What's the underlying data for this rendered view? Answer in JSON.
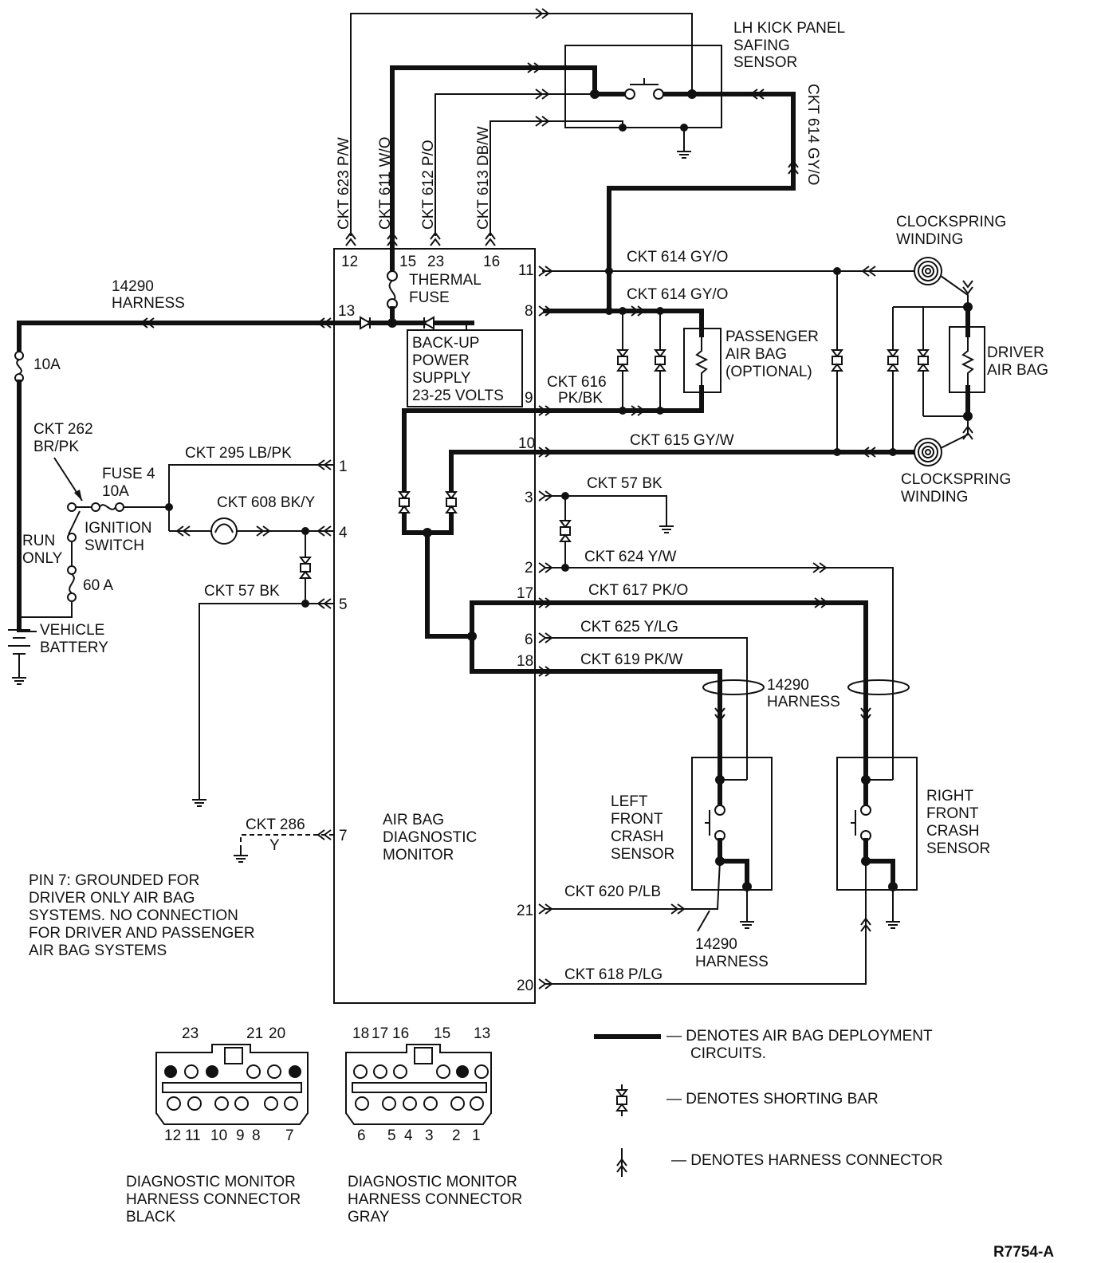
{
  "labels": {
    "lh_kick": "LH KICK PANEL",
    "safing": "SAFING",
    "sensor": "SENSOR",
    "ckt614_vert": "CKT 614 GY/O",
    "ckt623": "CKT 623 P/W",
    "ckt611": "CKT 611 W/O",
    "ckt612": "CKT 612 P/O",
    "ckt613": "CKT 613 DB/W",
    "clockspring_top_1": "CLOCKSPRING",
    "clockspring_top_2": "WINDING",
    "clockspring_bot_1": "CLOCKSPRING",
    "clockspring_bot_2": "WINDING",
    "harness_left_1": "14290",
    "harness_left_2": "HARNESS",
    "fuse_10a": "10A",
    "thermal_1": "THERMAL",
    "thermal_2": "FUSE",
    "backup_1": "BACK-UP",
    "backup_2": "POWER",
    "backup_3": "SUPPLY",
    "backup_4": "23-25 VOLTS",
    "ckt614_a": "CKT 614 GY/O",
    "ckt614_b": "CKT 614 GY/O",
    "passenger_1": "PASSENGER",
    "passenger_2": "AIR  BAG",
    "passenger_3": "(OPTIONAL)",
    "driver_1": "DRIVER",
    "driver_2": "AIR BAG",
    "ckt616_1": "CKT 616",
    "ckt616_2": "PK/BK",
    "ckt615": "CKT 615 GY/W",
    "ckt262_1": "CKT 262",
    "ckt262_2": "BR/PK",
    "ckt295": "CKT 295 LB/PK",
    "fuse4_1": "FUSE 4",
    "fuse4_2": "10A",
    "ckt608": "CKT 608 BK/Y",
    "ign_1": "IGNITION",
    "ign_2": "SWITCH",
    "run_1": "RUN",
    "run_2": "ONLY",
    "fuse_60a": "60 A",
    "ckt57_left": "CKT 57 BK",
    "battery_1": "VEHICLE",
    "battery_2": "BATTERY",
    "ckt57_right": "CKT 57 BK",
    "ckt624": "CKT 624 Y/W",
    "ckt617": "CKT 617 PK/O",
    "ckt625": "CKT 625 Y/LG",
    "ckt619": "CKT 619 PK/W",
    "harness_mid_1": "14290",
    "harness_mid_2": "HARNESS",
    "left_crash_1": "LEFT",
    "left_crash_2": "FRONT",
    "left_crash_3": "CRASH",
    "left_crash_4": "SENSOR",
    "right_crash_1": "RIGHT",
    "right_crash_2": "FRONT",
    "right_crash_3": "CRASH",
    "right_crash_4": "SENSOR",
    "ckt286_1": "CKT 286",
    "ckt286_2": "Y",
    "monitor_1": "AIR BAG",
    "monitor_2": "DIAGNOSTIC",
    "monitor_3": "MONITOR",
    "pin7_1": "PIN 7: GROUNDED FOR",
    "pin7_2": "DRIVER ONLY AIR BAG",
    "pin7_3": "SYSTEMS. NO CONNECTION",
    "pin7_4": "FOR DRIVER AND PASSENGER",
    "pin7_5": "AIR BAG SYSTEMS",
    "ckt620": "CKT 620 P/LB",
    "harness_low_1": "14290",
    "harness_low_2": "HARNESS",
    "ckt618": "CKT 618 P/LG",
    "legend_deploy_1": "— DENOTES AIR BAG DEPLOYMENT",
    "legend_deploy_2": "CIRCUITS.",
    "legend_short": "— DENOTES SHORTING BAR",
    "legend_harness": "— DENOTES HARNESS CONNECTOR",
    "conn_black_1": "DIAGNOSTIC MONITOR",
    "conn_black_2": "HARNESS CONNECTOR",
    "conn_black_3": "BLACK",
    "conn_gray_1": "DIAGNOSTIC MONITOR",
    "conn_gray_2": "HARNESS CONNECTOR",
    "conn_gray_3": "GRAY",
    "figure_id": "R7754-A"
  },
  "pins": {
    "p12": "12",
    "p15": "15",
    "p23": "23",
    "p16": "16",
    "p11": "11",
    "p13": "13",
    "p8": "8",
    "p9": "9",
    "p10": "10",
    "p1": "1",
    "p3": "3",
    "p4": "4",
    "p2": "2",
    "p5": "5",
    "p17": "17",
    "p6": "6",
    "p18": "18",
    "p7": "7",
    "p21": "21",
    "p20": "20"
  },
  "connector_black": {
    "top_23": "23",
    "top_21": "21",
    "top_20": "20",
    "bottom_pins": [
      "12",
      "11",
      "10",
      "9",
      "8",
      "7"
    ]
  },
  "connector_gray": {
    "top_18": "18",
    "top_17": "17",
    "top_16": "16",
    "top_15": "15",
    "top_13": "13",
    "bottom_pins": [
      "6",
      "5",
      "4",
      "3",
      "2",
      "1"
    ]
  }
}
